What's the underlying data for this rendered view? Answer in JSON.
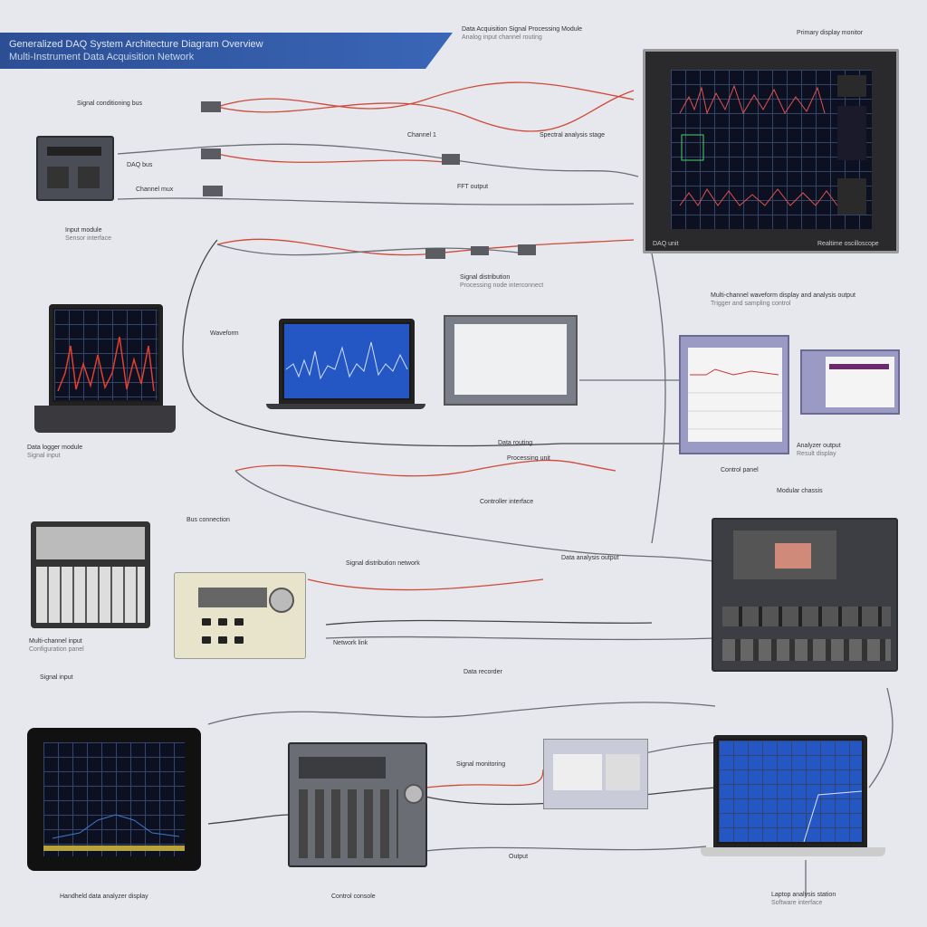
{
  "banner": {
    "line1": "Generalized DAQ System Architecture Diagram Overview",
    "line2": "Multi-Instrument Data Acquisition Network"
  },
  "labels": {
    "top_center_1": "Data Acquisition Signal Processing Module",
    "top_center_2": "Analog input channel routing",
    "top_right": "Primary display monitor",
    "bus_a": "Signal conditioning bus",
    "bus_b": "DAQ bus",
    "bus_c": "Channel mux",
    "left_unit": "Input module",
    "left_unit_sub": "Sensor interface",
    "mid_small": "Channel 1",
    "spectrum_caption": "Spectral analysis stage",
    "spectrum_caption_sub": "FFT output",
    "monitor_left": "DAQ unit",
    "monitor_right": "Realtime oscilloscope",
    "waveform_label": "Waveform",
    "right_desc_1": "Multi-channel waveform display and analysis output",
    "right_desc_2": "Trigger and sampling control",
    "center_link_1": "Signal distribution",
    "center_link_2": "Processing node interconnect",
    "center_link_3": "Data routing",
    "left_mid_1": "Data logger module",
    "left_mid_2": "Signal input",
    "middle_a": "Processing unit",
    "middle_b": "Controller interface",
    "middle_c": "Bus connection",
    "right_mid_1": "Analyzer output",
    "right_mid_2": "Result display",
    "right_mid_3": "Control panel",
    "chassis_label_1": "Modular chassis",
    "chassis_label_2": "Multi-channel input",
    "chassis_label_3": "Configuration panel",
    "center_lower_1": "Signal distribution network",
    "center_lower_2": "Data analysis output",
    "center_lower_3": "Network link",
    "recorder_label": "Data recorder",
    "bottom_left": "Handheld data analyzer display",
    "bottom_center": "Control console",
    "bottom_right_1": "Signal monitoring",
    "bottom_right_2": "Output",
    "bottom_far_right": "Laptop analysis station",
    "bottom_far_right_sub": "Software interface"
  },
  "colors": {
    "banner": "#2c4f94",
    "wire_red": "#d04a3a",
    "wire_gray": "#6b6e75",
    "screen_blue": "#2457c4"
  }
}
